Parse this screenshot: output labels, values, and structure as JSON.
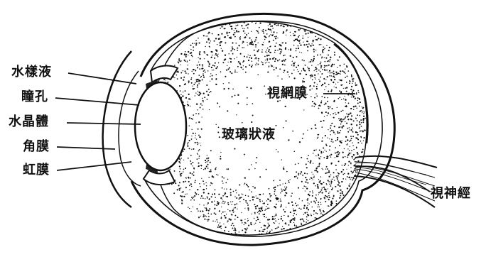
{
  "labels": {
    "aqueous_humor": "水樣液",
    "pupil": "瞳孔",
    "lens": "水晶體",
    "cornea": "角膜",
    "iris": "虹膜",
    "vitreous_body": "玻璃狀液",
    "retina": "視網膜",
    "optic_nerve": "視神經"
  },
  "colors": {
    "ink": "#111111",
    "paper": "#ffffff"
  }
}
